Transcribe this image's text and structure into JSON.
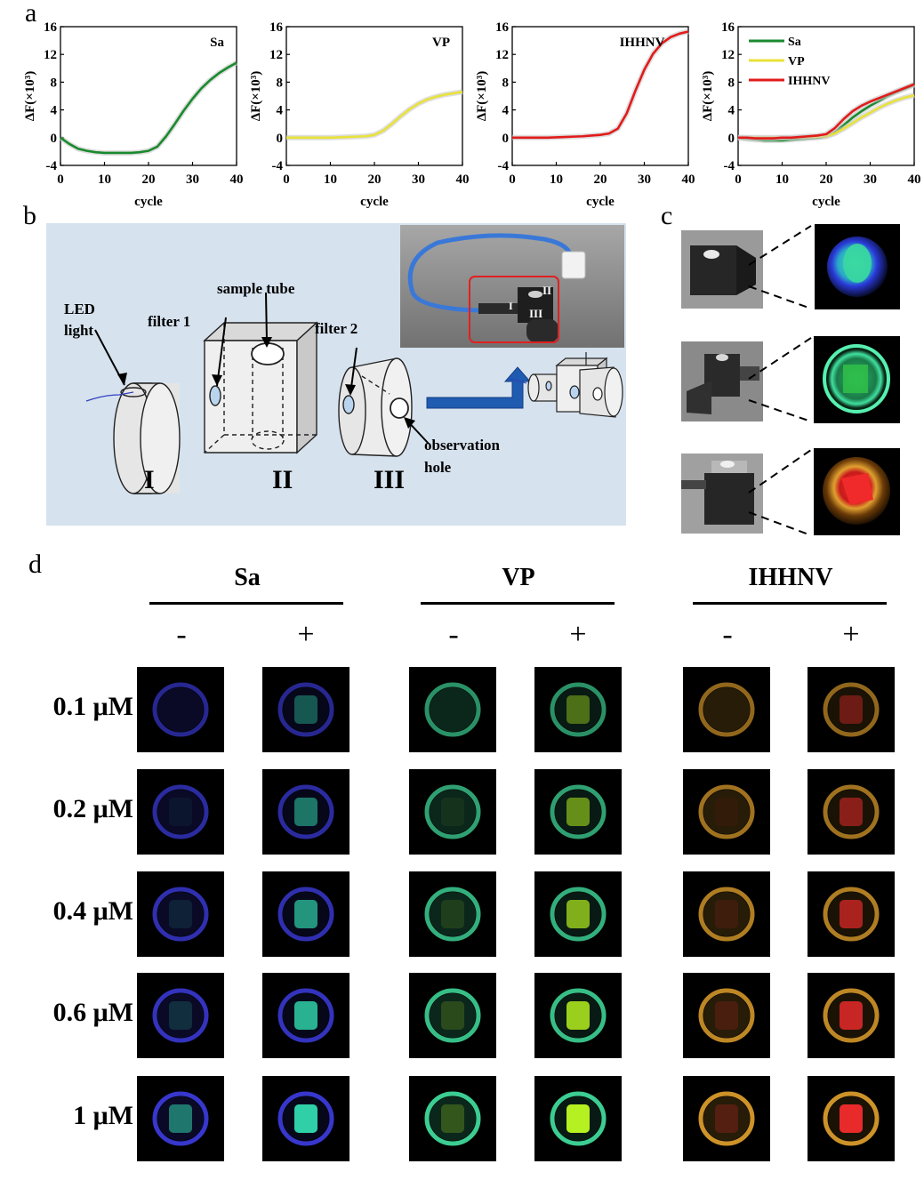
{
  "panels": {
    "a": "a",
    "b": "b",
    "c": "c",
    "d": "d"
  },
  "chart_data": [
    {
      "type": "line",
      "title": "Sa",
      "xlabel": "cycle",
      "ylabel": "ΔF(×10³)",
      "xlim": [
        0,
        40
      ],
      "ylim": [
        -4,
        16
      ],
      "xticks": [
        "0",
        "10",
        "20",
        "30",
        "40"
      ],
      "yticks": [
        "-4",
        "0",
        "4",
        "8",
        "12",
        "16"
      ],
      "series": [
        {
          "name": "Sa",
          "color": "#1a8a2e",
          "x": [
            0,
            2,
            4,
            6,
            8,
            10,
            12,
            14,
            16,
            18,
            20,
            22,
            24,
            26,
            28,
            30,
            32,
            34,
            36,
            38,
            40
          ],
          "y": [
            0,
            -0.9,
            -1.6,
            -1.9,
            -2.1,
            -2.2,
            -2.2,
            -2.2,
            -2.2,
            -2.1,
            -1.9,
            -1.3,
            0.2,
            2.0,
            3.9,
            5.6,
            7.1,
            8.3,
            9.3,
            10.1,
            10.8
          ]
        }
      ]
    },
    {
      "type": "line",
      "title": "VP",
      "xlabel": "cycle",
      "ylabel": "ΔF(×10³)",
      "xlim": [
        0,
        40
      ],
      "ylim": [
        -4,
        16
      ],
      "xticks": [
        "0",
        "10",
        "20",
        "30",
        "40"
      ],
      "yticks": [
        "-4",
        "0",
        "4",
        "8",
        "12",
        "16"
      ],
      "series": [
        {
          "name": "VP",
          "color": "#e8e23a",
          "x": [
            0,
            2,
            4,
            6,
            8,
            10,
            12,
            14,
            16,
            18,
            20,
            22,
            24,
            26,
            28,
            30,
            32,
            34,
            36,
            38,
            40
          ],
          "y": [
            0,
            0,
            0,
            0,
            0,
            0,
            0.05,
            0.1,
            0.15,
            0.2,
            0.4,
            1.0,
            2.0,
            3.1,
            4.1,
            4.9,
            5.5,
            5.9,
            6.2,
            6.4,
            6.6
          ]
        }
      ]
    },
    {
      "type": "line",
      "title": "IHHNV",
      "xlabel": "cycle",
      "ylabel": "ΔF(×10³)",
      "xlim": [
        0,
        40
      ],
      "ylim": [
        -4,
        16
      ],
      "xticks": [
        "0",
        "10",
        "20",
        "30",
        "40"
      ],
      "yticks": [
        "-4",
        "0",
        "4",
        "8",
        "12",
        "16"
      ],
      "series": [
        {
          "name": "IHHNV",
          "color": "#e21b1b",
          "x": [
            0,
            2,
            4,
            6,
            8,
            10,
            12,
            14,
            16,
            18,
            20,
            22,
            24,
            26,
            28,
            30,
            32,
            34,
            36,
            38,
            40
          ],
          "y": [
            0,
            0,
            0,
            0,
            0,
            0.05,
            0.1,
            0.15,
            0.2,
            0.3,
            0.4,
            0.6,
            1.3,
            3.5,
            6.8,
            9.8,
            12.1,
            13.6,
            14.5,
            15.0,
            15.3
          ]
        }
      ]
    },
    {
      "type": "line",
      "title": "",
      "xlabel": "cycle",
      "ylabel": "ΔF(×10³)",
      "xlim": [
        0,
        40
      ],
      "ylim": [
        -4,
        16
      ],
      "xticks": [
        "0",
        "10",
        "20",
        "30",
        "40"
      ],
      "yticks": [
        "-4",
        "0",
        "4",
        "8",
        "12",
        "16"
      ],
      "legend": "top-left",
      "series": [
        {
          "name": "Sa",
          "color": "#1a8a2e",
          "x": [
            0,
            2,
            4,
            6,
            8,
            10,
            12,
            14,
            16,
            18,
            20,
            22,
            24,
            26,
            28,
            30,
            32,
            34,
            36,
            38,
            40
          ],
          "y": [
            0,
            -0.2,
            -0.3,
            -0.4,
            -0.4,
            -0.4,
            -0.3,
            -0.2,
            -0.1,
            0,
            0.2,
            0.8,
            1.8,
            2.9,
            3.8,
            4.6,
            5.3,
            6.0,
            6.6,
            7.1,
            7.6
          ]
        },
        {
          "name": "VP",
          "color": "#e8e23a",
          "x": [
            0,
            2,
            4,
            6,
            8,
            10,
            12,
            14,
            16,
            18,
            20,
            22,
            24,
            26,
            28,
            30,
            32,
            34,
            36,
            38,
            40
          ],
          "y": [
            0,
            0,
            0,
            0,
            0,
            0,
            0,
            0.05,
            0.1,
            0.1,
            0.2,
            0.6,
            1.3,
            2.1,
            2.9,
            3.6,
            4.3,
            4.9,
            5.4,
            5.8,
            6.1
          ]
        },
        {
          "name": "IHHNV",
          "color": "#e21b1b",
          "x": [
            0,
            2,
            4,
            6,
            8,
            10,
            12,
            14,
            16,
            18,
            20,
            22,
            24,
            26,
            28,
            30,
            32,
            34,
            36,
            38,
            40
          ],
          "y": [
            0,
            0,
            -0.1,
            -0.1,
            -0.1,
            0,
            0,
            0.1,
            0.2,
            0.3,
            0.5,
            1.4,
            2.7,
            3.8,
            4.6,
            5.2,
            5.7,
            6.2,
            6.7,
            7.2,
            7.7
          ]
        }
      ]
    }
  ],
  "schematic": {
    "led_light": [
      "LED",
      "light"
    ],
    "filter1": "filter 1",
    "sample_tube": "sample tube",
    "filter2": "filter 2",
    "observation_hole": [
      "observation",
      "hole"
    ],
    "part_labels": [
      "I",
      "II",
      "III"
    ]
  },
  "grid": {
    "groups": [
      {
        "name": "Sa",
        "minus": "-",
        "plus": "+"
      },
      {
        "name": "VP",
        "minus": "-",
        "plus": "+"
      },
      {
        "name": "IHHNV",
        "minus": "-",
        "plus": "+"
      }
    ],
    "concentrations": [
      "0.1 μM",
      "0.2 μM",
      "0.4 μM",
      "0.6 μM",
      "1 μM"
    ],
    "colors": {
      "Sa_ring": "#3a3ad8",
      "Sa_fill": "#2fd0a8",
      "VP_ring": "#3fd89a",
      "VP_fill": "#b5f020",
      "IHHNV_ring": "#d89a2a",
      "IHHNV_fill": "#e82a2a"
    }
  }
}
